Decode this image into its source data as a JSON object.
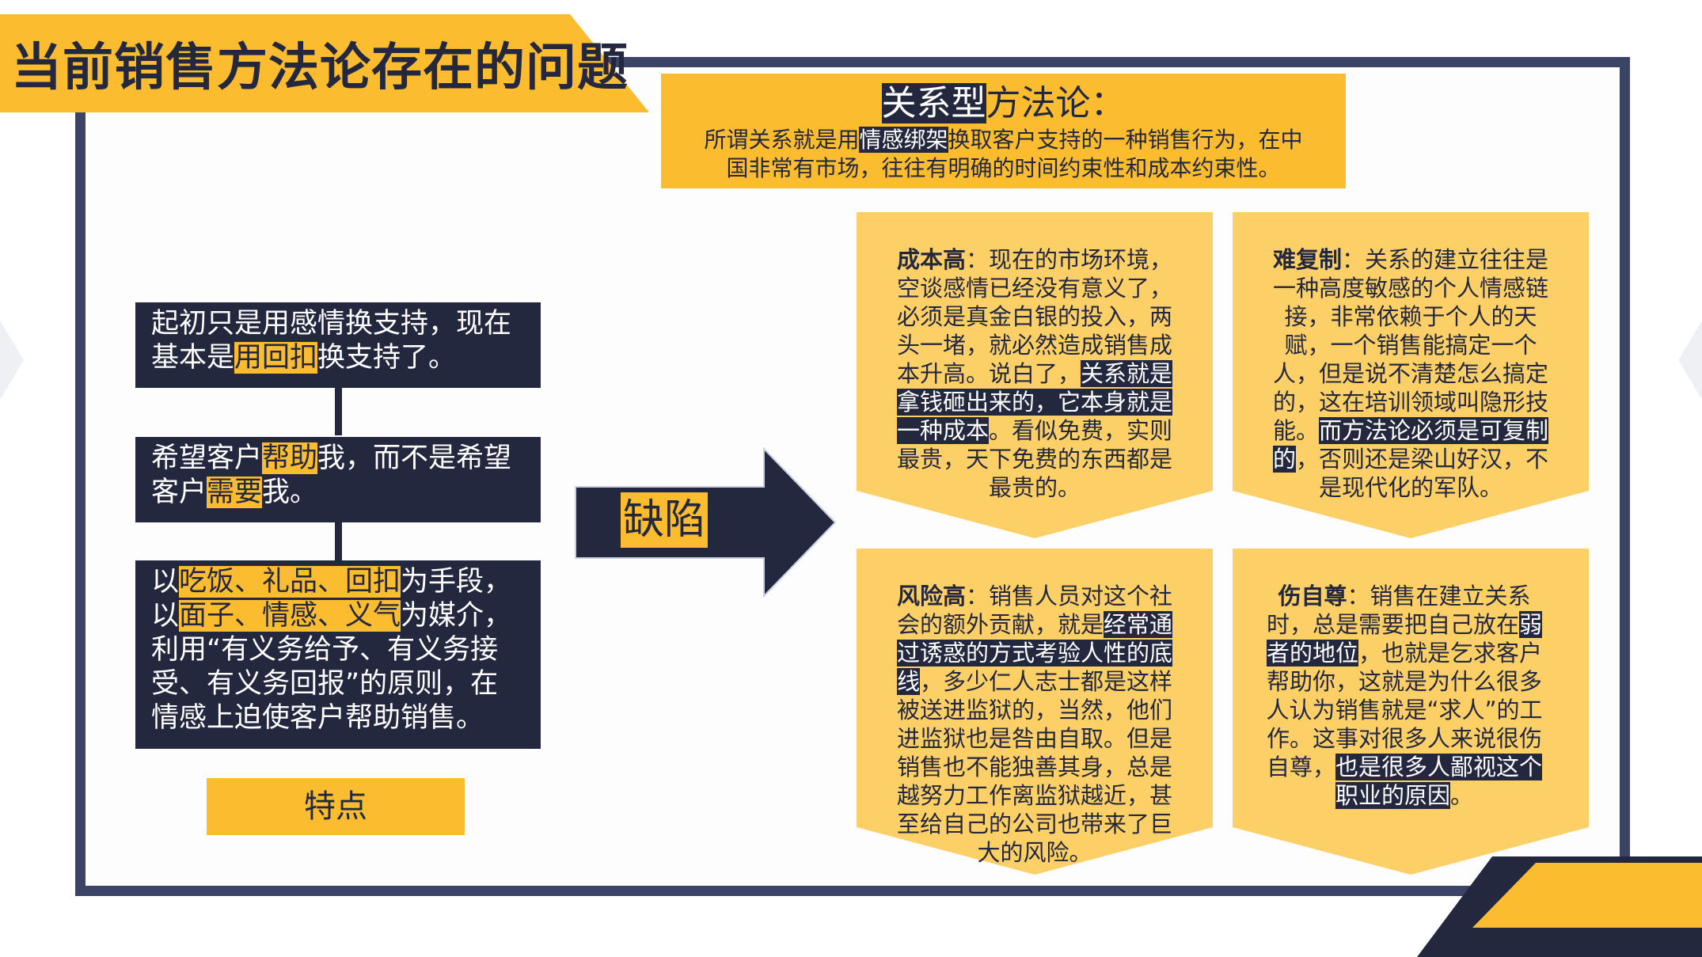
{
  "page": {
    "title": "当前销售方法论存在的问题",
    "colors": {
      "navy": "#23283f",
      "yellow": "#fbbd2f",
      "light_yellow": "#fdd067"
    }
  },
  "relationship": {
    "title_hl": "关系型",
    "title_rest": "方法论：",
    "line1_a": "所谓关系就是用",
    "line1_hl": "情感绑架",
    "line1_b": "换取客户支持的一种销售行为，在中",
    "line2": "国非常有市场，往往有明确的时间约束性和成本约束性。"
  },
  "features": {
    "label": "特点",
    "box1": {
      "a": "起初只是用感情换支持，现在基本是",
      "hl": "用回扣",
      "b": "换支持了。"
    },
    "box2": {
      "a": "希望客户",
      "hl1": "帮助",
      "b": "我，而不是希望客户",
      "hl2": "需要",
      "c": "我。"
    },
    "box3": {
      "a": "以",
      "hl1": "吃饭、礼品、回扣",
      "b": "为手段，以",
      "hl2": "面子、情感、义气",
      "c": "为媒介，利用“有义务给予、有义务接受、有义务回报”的原则，在情感上迫使客户帮助销售。"
    }
  },
  "defect": {
    "label": "缺陷"
  },
  "cards": {
    "cost": {
      "title": "成本高",
      "a": "：现在的市场环境，空谈感情已经没有意义了，必须是真金白银的投入，两头一堵，就必然造成销售成本升高。说白了，",
      "hl": "关系就是拿钱砸出来的，它本身就是一种成本",
      "b": "。看似免费，实则最贵，天下免费的东西都是最贵的。"
    },
    "copy": {
      "title": "难复制",
      "a": "：关系的建立往往是一种高度敏感的个人情感链接，非常依赖于个人的天赋，一个销售能搞定一个人，但是说不清楚怎么搞定的，这在培训领域叫隐形技能。",
      "hl": "而方法论必须是可复制的",
      "b": "，否则还是梁山好汉，不是现代化的军队。"
    },
    "risk": {
      "title": "风险高",
      "a": "：销售人员对这个社会的额外贡献，就是",
      "hl": "经常通过诱惑的方式考验人性的底线",
      "b": "，多少仁人志士都是这样被送进监狱的，当然，他们进监狱也是咎由自取。但是销售也不能独善其身，总是越努力工作离监狱越近，甚至给自己的公司也带来了巨大的风险。"
    },
    "pride": {
      "title": "伤自尊",
      "a": "：销售在建立关系时，总是需要把自己放在",
      "hl1": "弱者的地位",
      "b": "，也就是乞求客户帮助你，这就是为什么很多人认为销售就是“求人”的工作。这事对很多人来说很伤自尊，",
      "hl2": "也是很多人鄙视这个职业的原因",
      "c": "。"
    }
  }
}
